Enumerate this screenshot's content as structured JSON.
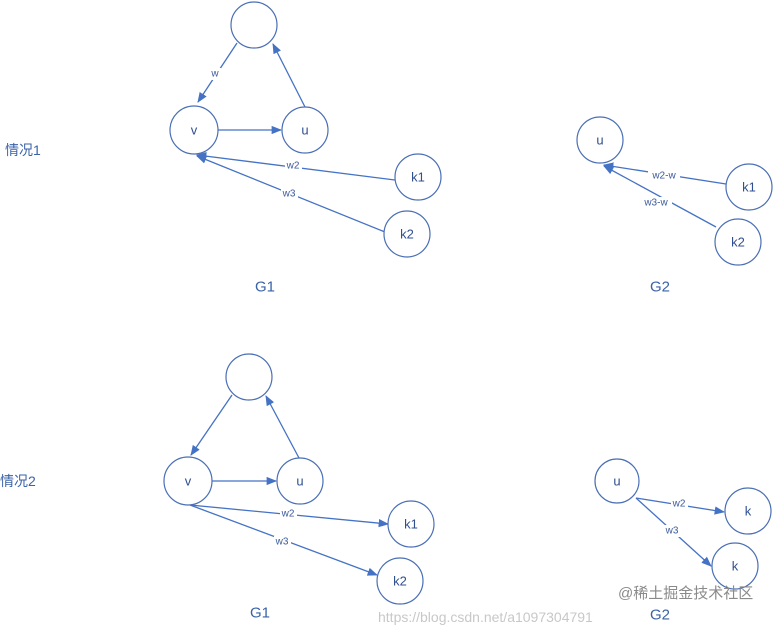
{
  "case1": {
    "label": "情况1",
    "g1": {
      "caption": "G1",
      "nodes": {
        "top": "",
        "v": "v",
        "u": "u",
        "k1": "k1",
        "k2": "k2"
      },
      "edges": {
        "top_v": "w",
        "k1_v": "w2",
        "k2_v": "w3"
      }
    },
    "g2": {
      "caption": "G2",
      "nodes": {
        "u": "u",
        "k1": "k1",
        "k2": "k2"
      },
      "edges": {
        "k1_u": "w2-w",
        "k2_u": "w3-w"
      }
    }
  },
  "case2": {
    "label": "情况2",
    "g1": {
      "caption": "G1",
      "nodes": {
        "top": "",
        "v": "v",
        "u": "u",
        "k1": "k1",
        "k2": "k2"
      },
      "edges": {
        "v_k1": "w2",
        "v_k2": "w3"
      }
    },
    "g2": {
      "caption": "G2",
      "nodes": {
        "u": "u",
        "k1": "k",
        "k2": "k"
      },
      "edges": {
        "u_k1": "w2",
        "u_k2": "w3"
      }
    }
  },
  "watermark": {
    "brand": "@稀土掘金技术社区",
    "url": "https://blog.csdn.net/a1097304791"
  },
  "colors": {
    "edge": "#4472c4",
    "text": "#3a62a8"
  }
}
